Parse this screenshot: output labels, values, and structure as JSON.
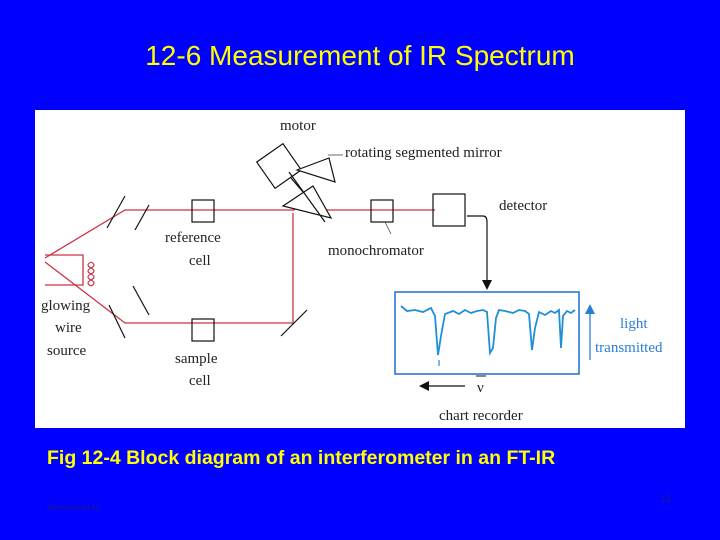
{
  "slide": {
    "title": "12-6 Measurement of IR Spectrum",
    "caption": "Fig 12-4 Block diagram of an interferometer in an FT-IR",
    "author": "Mohammad Ali",
    "page_number": "13"
  },
  "diagram": {
    "labels": {
      "motor": "motor",
      "rotating_mirror": "rotating segmented mirror",
      "detector": "detector",
      "reference_cell_1": "reference",
      "reference_cell_2": "cell",
      "monochromator": "monochromator",
      "glowing_1": "glowing",
      "glowing_2": "wire",
      "glowing_3": "source",
      "sample_cell_1": "sample",
      "sample_cell_2": "cell",
      "light_1": "light",
      "light_2": "transmitted",
      "nu_bar": "ν",
      "chart_recorder": "chart recorder"
    },
    "colors": {
      "beam": "#cc3344",
      "trace": "#1f8fd6",
      "chart_box": "#1a6fd0",
      "text_blue": "#2a7fd4"
    }
  }
}
